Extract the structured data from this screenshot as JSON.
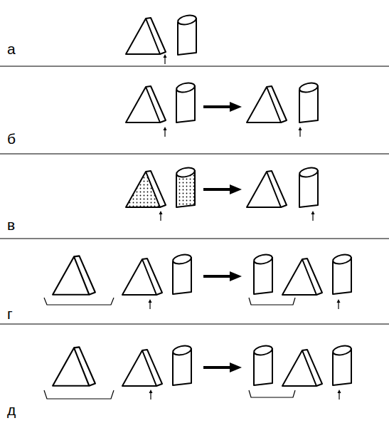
{
  "diagram": {
    "labels": [
      "а",
      "б",
      "в",
      "г",
      "д"
    ]
  }
}
